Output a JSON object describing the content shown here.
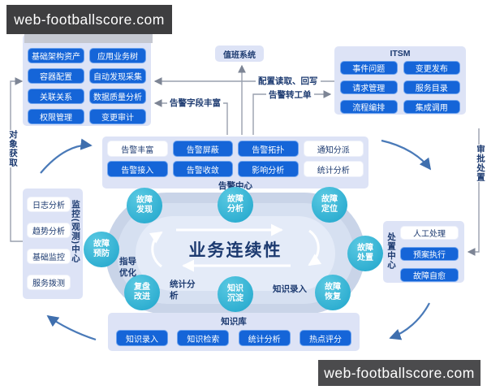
{
  "watermark": {
    "top": "web-footballscore.com",
    "bottom": "web-footballscore.com"
  },
  "colors": {
    "accent_blue": "#1565d8",
    "panel_bg": "#dde3f6",
    "teal_circle": "#2ab3d3",
    "navy_text": "#1c3a70"
  },
  "panels": {
    "cmdb": {
      "buttons": [
        "基础架构资产",
        "应用业务树",
        "容器配置",
        "自动发现采集",
        "关联关系",
        "数据质量分析",
        "权限管理",
        "变更审计"
      ]
    },
    "duty": {
      "label": "值班系统"
    },
    "itsm": {
      "title": "ITSM",
      "buttons": [
        "事件问题",
        "变更发布",
        "请求管理",
        "服务目录",
        "流程编排",
        "集成调用"
      ]
    },
    "alarm": {
      "title": "告警中心",
      "buttons": [
        "告警丰富",
        "告警屏蔽",
        "告警拓扑",
        "通知分派",
        "告警接入",
        "告警收敛",
        "影响分析",
        "统计分析"
      ]
    },
    "monitor": {
      "title": "监控(观测)中心",
      "buttons": [
        "日志分析",
        "趋势分析",
        "基础监控",
        "服务拨测"
      ]
    },
    "dispose": {
      "title": "处置中心",
      "buttons": [
        "人工处理",
        "预案执行",
        "故障自愈"
      ]
    },
    "knowledge": {
      "title": "知识库",
      "buttons": [
        "知识录入",
        "知识检索",
        "统计分析",
        "热点评分"
      ]
    }
  },
  "flow_labels": {
    "acquire": "对象获取",
    "approve": "审批处置",
    "enrich": "告警字段丰富",
    "config": "配置读取、回写",
    "ticket": "告警转工单"
  },
  "center": {
    "title": "业务连续性",
    "circles": [
      {
        "l1": "故障",
        "l2": "发现"
      },
      {
        "l1": "故障",
        "l2": "分析"
      },
      {
        "l1": "故障",
        "l2": "定位"
      },
      {
        "l1": "故障",
        "l2": "预防"
      },
      {
        "l1": "故障",
        "l2": "处置"
      },
      {
        "l1": "复盘",
        "l2": "改进"
      },
      {
        "l1": "知识",
        "l2": "沉淀"
      },
      {
        "l1": "故障",
        "l2": "恢复"
      }
    ],
    "annotations": {
      "guide": "指导\n优化",
      "stats": "统计分\n析",
      "entry": "知识录入"
    }
  }
}
